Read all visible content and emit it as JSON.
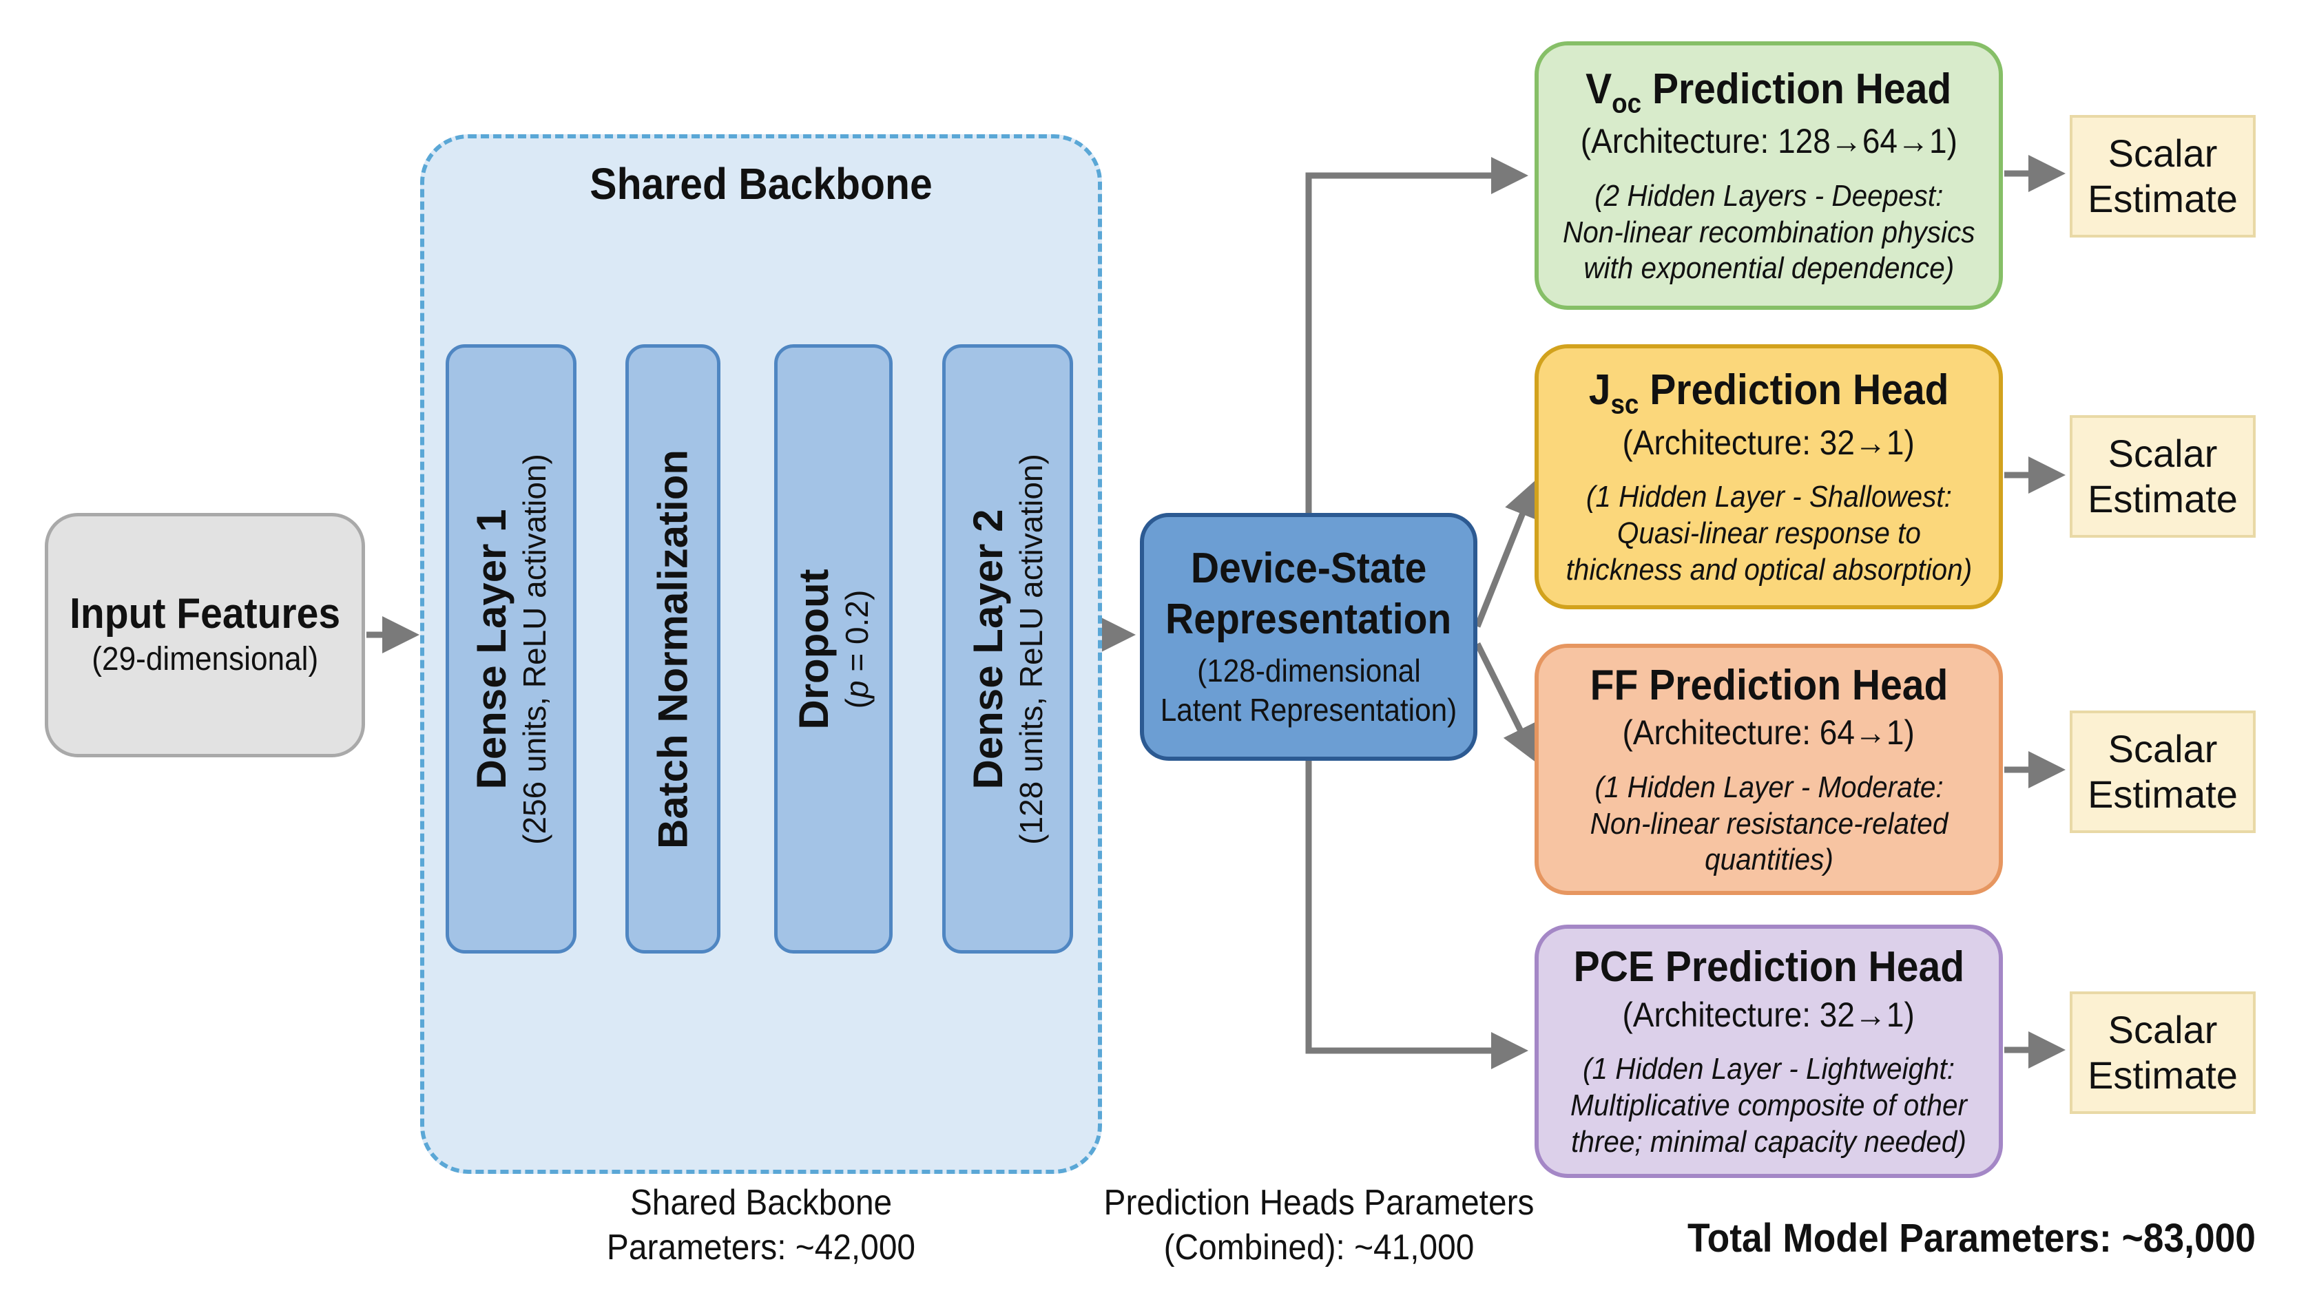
{
  "input": {
    "title": "Input Features",
    "subtitle": "(29-dimensional)"
  },
  "backbone": {
    "title": "Shared Backbone",
    "layers": [
      {
        "title": "Dense Layer 1",
        "subtitle": "(256 units, ReLU activation)"
      },
      {
        "title": "Batch Normalization",
        "subtitle": ""
      },
      {
        "title": "Dropout",
        "subtitle_prefix": "(",
        "subtitle_italic": "p",
        "subtitle_rest": " = 0.2)"
      },
      {
        "title": "Dense Layer 2",
        "subtitle": "(128 units, ReLU activation)"
      }
    ],
    "params_line1": "Shared Backbone",
    "params_line2": "Parameters: ~42,000"
  },
  "device": {
    "title_line1": "Device-State",
    "title_line2": "Representation",
    "sub_line1": "(128-dimensional",
    "sub_line2": "Latent Representation)"
  },
  "heads": [
    {
      "title_main": "V",
      "title_sub": "oc",
      "title_rest": " Prediction Head",
      "arch": "(Architecture: 128→64→1)",
      "desc1": "(2 Hidden Layers - Deepest:",
      "desc2": "Non-linear recombination physics",
      "desc3": "with exponential dependence)",
      "fill": "#d8ebcb",
      "border": "#86bf67"
    },
    {
      "title_main": "J",
      "title_sub": "sc",
      "title_rest": " Prediction Head",
      "arch": "(Architecture: 32→1)",
      "desc1": "(1 Hidden Layer - Shallowest:",
      "desc2": "Quasi-linear response to",
      "desc3": "thickness and optical absorption)",
      "fill": "#fbd77b",
      "border": "#d2a21d"
    },
    {
      "title_main": "FF Prediction Head",
      "title_sub": "",
      "title_rest": "",
      "arch": "(Architecture: 64→1)",
      "desc1": "(1 Hidden Layer - Moderate:",
      "desc2": "Non-linear resistance-related",
      "desc3": "quantities)",
      "fill": "#f7c4a2",
      "border": "#e69660"
    },
    {
      "title_main": "PCE Prediction Head",
      "title_sub": "",
      "title_rest": "",
      "arch": "(Architecture: 32→1)",
      "desc1": "(1 Hidden Layer - Lightweight:",
      "desc2": "Multiplicative composite of other",
      "desc3": "three; minimal capacity needed)",
      "fill": "#dcd0ea",
      "border": "#a487c6"
    }
  ],
  "scalar": {
    "line1": "Scalar",
    "line2": "Estimate"
  },
  "heads_params": {
    "line1": "Prediction Heads Parameters",
    "line2": "(Combined): ~41,000"
  },
  "total": "Total Model Parameters: ~83,000",
  "colors": {
    "arrow": "#7a7a7a"
  }
}
